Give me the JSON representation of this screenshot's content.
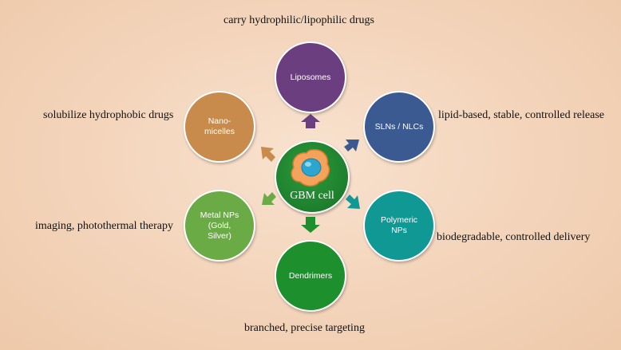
{
  "center": {
    "label": "GBM cell",
    "icon": "cell-icon",
    "color": "#1f8130"
  },
  "nodes": [
    {
      "id": "liposomes",
      "label": "Liposomes",
      "color": "#6b3f7f",
      "description": "carry hydrophilic/lipophilic  drugs"
    },
    {
      "id": "slns-nlcs",
      "label": "SLNs / NLCs",
      "color": "#3b5a92",
      "description": "lipid-based, stable, controlled release"
    },
    {
      "id": "polymeric-nps",
      "label": "Polymeric\nNPs",
      "color": "#0f9894",
      "description": "biodegradable, controlled delivery"
    },
    {
      "id": "dendrimers",
      "label": "Dendrimers",
      "color": "#1d8f2c",
      "description": "branched, precise targeting"
    },
    {
      "id": "metal-nps",
      "label": "Metal NPs\n(Gold,\nSilver)",
      "color": "#6aab45",
      "description": "imaging,  photothermal therapy"
    },
    {
      "id": "nano-micelles",
      "label": "Nano-\nmicelles",
      "color": "#c98b4c",
      "description": "solubilize  hydrophobic drugs"
    }
  ]
}
